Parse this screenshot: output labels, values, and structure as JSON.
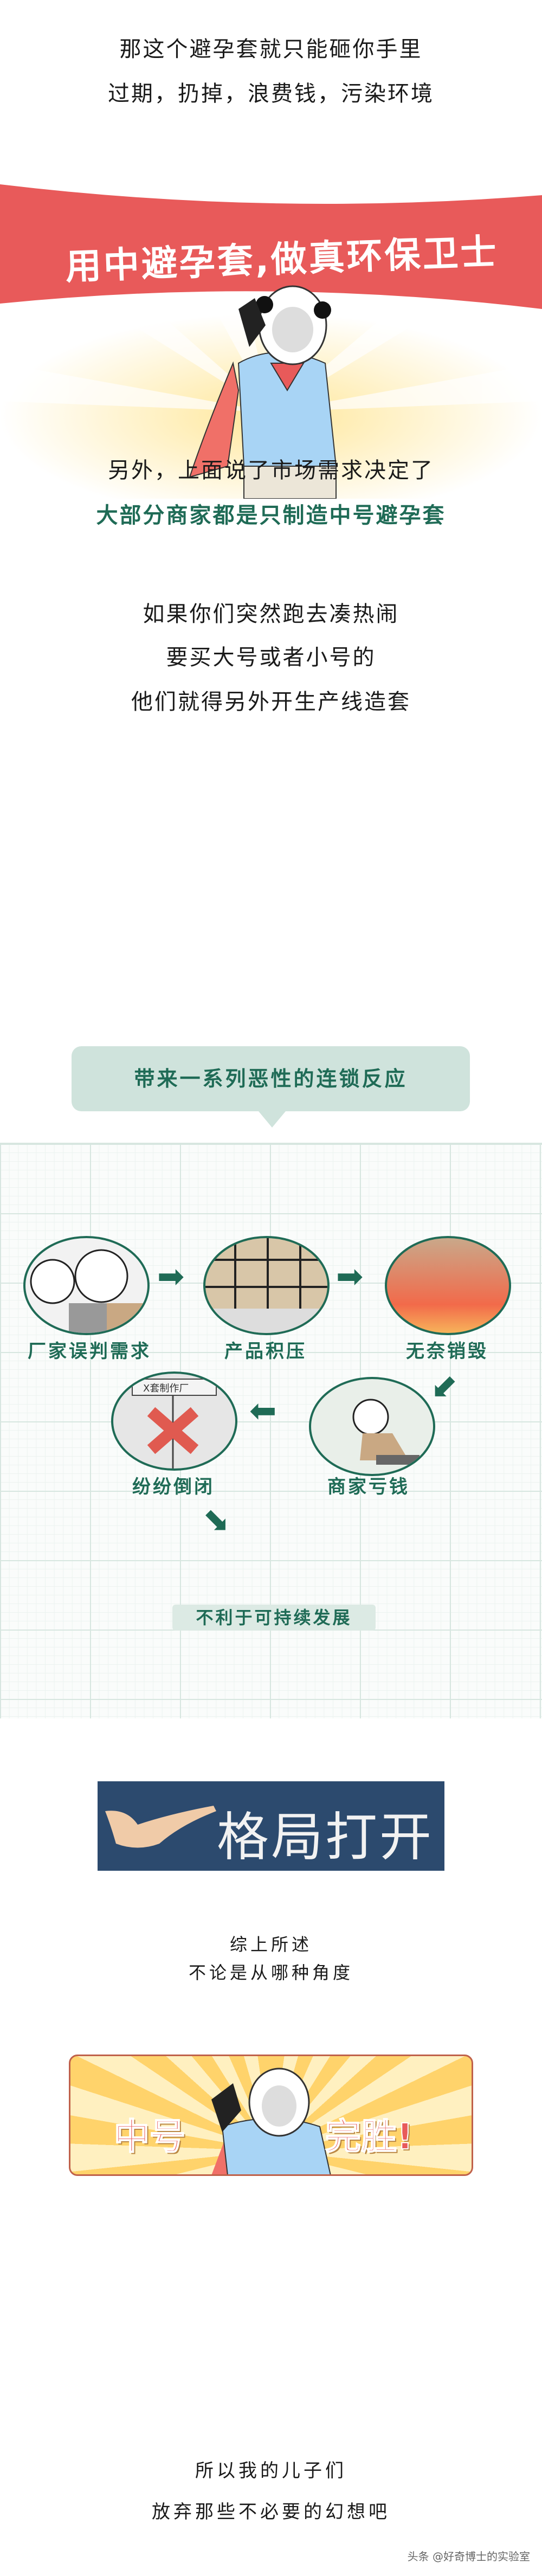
{
  "intro": {
    "lines": [
      "那这个避孕套就只能砸你手里",
      "过期，扔掉，浪费钱，污染环境"
    ]
  },
  "banner": {
    "title": "用中避孕套,做真环保卫士",
    "color": "#e85a5a"
  },
  "section2": {
    "line1": "另外，上面说了市场需求决定了",
    "highlight": "大部分商家都是只制造中号避孕套"
  },
  "section3": {
    "lines": [
      "如果你们突然跑去凑热闹",
      "要买大号或者小号的",
      "他们就得另外开生产线造套"
    ]
  },
  "chain": {
    "title": "带来一系列恶性的连锁反应",
    "steps": [
      "厂家误判需求",
      "产品积压",
      "无奈销毁",
      "商家亏钱",
      "纷纷倒闭"
    ],
    "result": "不利于可持续发展",
    "sign_text": "X套制作厂",
    "accent": "#1f6b56",
    "bubble_color": "#cfe3dc"
  },
  "meme": {
    "text": "格局打开",
    "bg_color": "#2c4a6e"
  },
  "summary": {
    "lines": [
      "综上所述",
      "不论是从哪种角度"
    ]
  },
  "victory": {
    "left": "中号",
    "right": "完胜!"
  },
  "closing": {
    "lines": [
      "所以我的儿子们",
      "放弃那些不必要的幻想吧"
    ]
  },
  "watermark": "头条 @好奇博士的实验室"
}
